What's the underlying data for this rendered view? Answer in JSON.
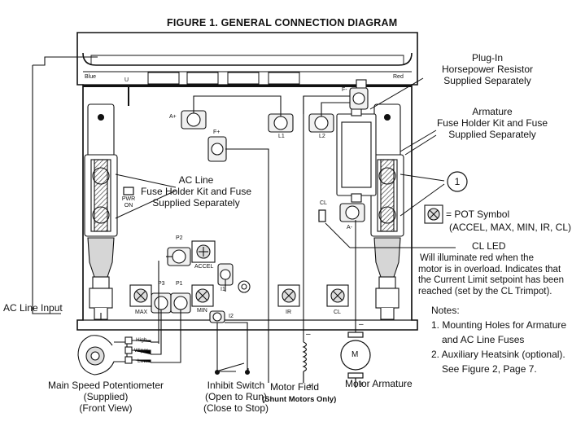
{
  "title": "FIGURE 1. GENERAL CONNECTION DIAGRAM",
  "board": {
    "blue_label": "Blue",
    "red_label": "Red",
    "u_label": "U",
    "pwr_on_lines": [
      "PWR",
      "ON"
    ],
    "terminals": {
      "a_plus": "A+",
      "f_plus": "F+",
      "f_minus": "F-",
      "l1": "L1",
      "l2": "L2",
      "a_minus": "A-",
      "cl": "CL",
      "p1": "P1",
      "p2": "P2",
      "p3": "P3",
      "i1": "I1",
      "i2": "I2"
    },
    "trimpots": {
      "accel": "ACCEL",
      "max": "MAX",
      "min": "MIN",
      "ir": "IR",
      "cl": "CL"
    }
  },
  "callouts": {
    "resistor": [
      "Plug-In",
      "Horsepower Resistor",
      "Supplied Separately"
    ],
    "armature_fuse": [
      "Armature",
      "Fuse Holder Kit and Fuse",
      "Supplied Separately"
    ],
    "ac_line_fuse": [
      "AC Line",
      "Fuse Holder Kit and Fuse",
      "Supplied Separately"
    ],
    "circle_number": "1",
    "pot_symbol": [
      "= POT Symbol",
      "(ACCEL, MAX, MIN, IR, CL)"
    ],
    "cl_led_title": "CL LED",
    "cl_led_desc": [
      "Will illuminate red when the",
      "motor is in overload.  Indicates that",
      "the Current Limit setpoint has been",
      "reached (set by the CL Trimpot)."
    ]
  },
  "notes": {
    "heading": "Notes:",
    "items": [
      "1. Mounting Holes for Armature",
      "and AC Line Fuses",
      "2. Auxiliary Heatsink (optional).",
      "See Figure 2, Page 7."
    ]
  },
  "external": {
    "ac_line_input": "AC Line Input",
    "pot_labels": [
      "High",
      "Wiper",
      "Low"
    ],
    "speed_pot": [
      "Main Speed Potentiometer",
      "(Supplied)",
      "(Front View)"
    ],
    "inhibit": [
      "Inhibit Switch",
      "(Open to Run)",
      "(Close to Stop)"
    ],
    "motor_field": "Motor Field",
    "shunt_note": "(Shunt Motors Only)",
    "motor_armature": "Motor Armature",
    "motor_symbol": "M",
    "field_minus": "–",
    "field_plus": "+",
    "arm_minus": "–",
    "arm_plus": "+"
  },
  "colors": {
    "ink": "#111111",
    "fuse_fill": "#d6d6d6",
    "hatch": "#444444",
    "terminal_fill": "#f0f0f0"
  }
}
